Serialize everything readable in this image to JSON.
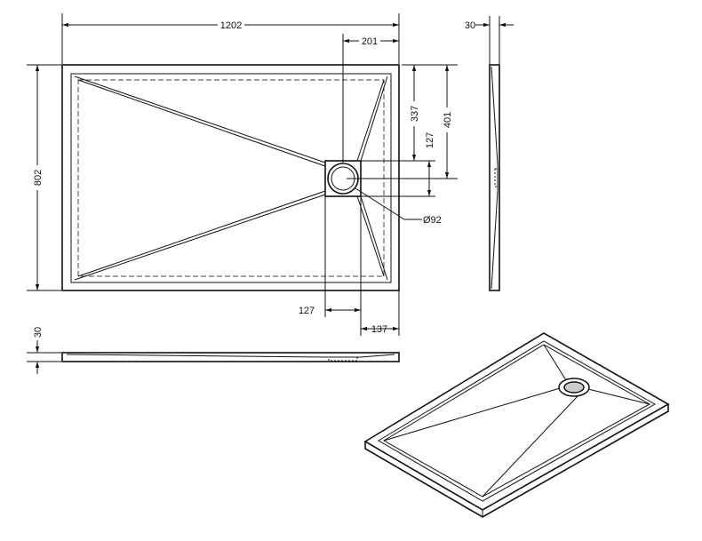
{
  "dimensions": {
    "overall_length": "1202",
    "drain_offset_right": "201",
    "thickness_side": "30",
    "overall_width": "802",
    "drain_square_top": "337",
    "drain_center_from_top": "401",
    "drain_square_height": "127",
    "drain_diameter": "Ø92",
    "drain_square_width": "127",
    "drain_square_to_edge": "137",
    "thickness_front": "30"
  }
}
